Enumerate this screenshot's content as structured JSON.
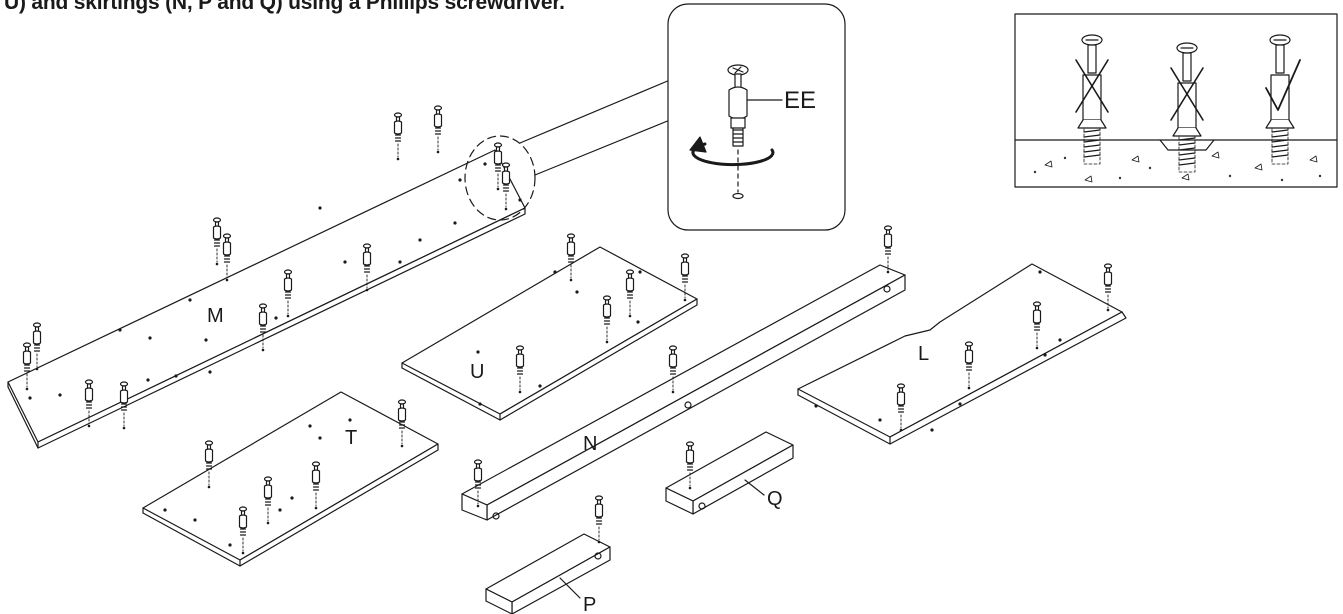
{
  "caption": "U) and skirtings (N, P and Q) using a Phillips screwdriver.",
  "callout": {
    "label": "EE"
  },
  "parts": [
    {
      "id": "M",
      "label": "M"
    },
    {
      "id": "U",
      "label": "U"
    },
    {
      "id": "T",
      "label": "T"
    },
    {
      "id": "N",
      "label": "N"
    },
    {
      "id": "L",
      "label": "L"
    },
    {
      "id": "Q",
      "label": "Q"
    },
    {
      "id": "P",
      "label": "P"
    }
  ],
  "inset": {
    "marks": [
      "cross",
      "cross",
      "check"
    ]
  }
}
